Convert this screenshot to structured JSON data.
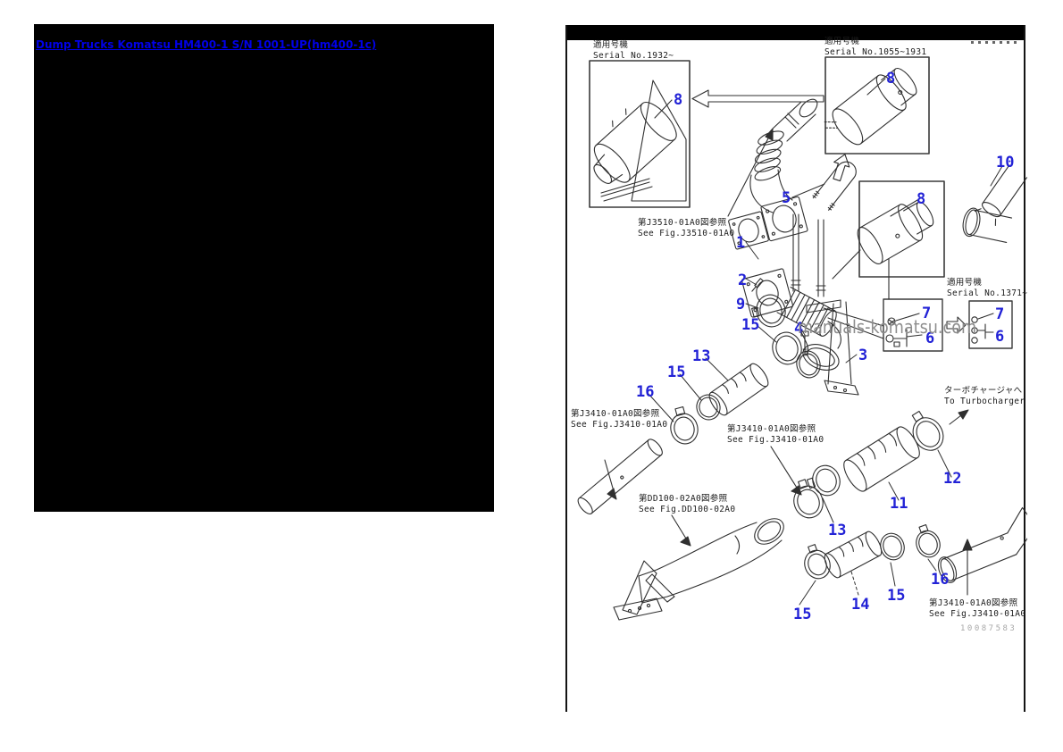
{
  "left_panel": {
    "link_label": "Dump Trucks Komatsu HM400-1 S/N 1001-UP(hm400-1c)"
  },
  "page": {
    "watermark": "manuals-komatsu.com",
    "doc_number": "10087583",
    "serial_boxes": {
      "box1932": {
        "jp": "適用号機",
        "en": "Serial No.1932~"
      },
      "box1055": {
        "jp": "適用号機",
        "en": "Serial No.1055~1931"
      },
      "box1371": {
        "jp": "適用号機",
        "en": "Serial No.1371~"
      }
    },
    "fig_refs": {
      "j3510": {
        "jp": "第J3510-01A0図参照",
        "en": "See Fig.J3510-01A0"
      },
      "j3410_left": {
        "jp": "第J3410-01A0図参照",
        "en": "See Fig.J3410-01A0"
      },
      "j3410_mid": {
        "jp": "第J3410-01A0図参照",
        "en": "See Fig.J3410-01A0"
      },
      "j3410_right": {
        "jp": "第J3410-01A0図参照",
        "en": "See Fig.J3410-01A0"
      },
      "dd100": {
        "jp": "第DD100-02A0図参照",
        "en": "See Fig.DD100-02A0"
      }
    },
    "turbo_note": {
      "jp": "ターボチャージャへ",
      "en": "To Turbocharger"
    },
    "callouts": {
      "c8a": "8",
      "c8b": "8",
      "c8c": "8",
      "c10": "10",
      "c5": "5",
      "c1": "1",
      "c2": "2",
      "c9": "9",
      "c15a": "15",
      "c4": "4",
      "c3": "3",
      "c7a": "7",
      "c6a": "6",
      "c7b": "7",
      "c6b": "6",
      "c13a": "13",
      "c15b": "15",
      "c16a": "16",
      "c12": "12",
      "c11": "11",
      "c13b": "13",
      "c15c": "15",
      "c14": "14",
      "c15d": "15",
      "c16b": "16"
    },
    "colors": {
      "callout": "#2222d6",
      "link": "#0000e8",
      "watermark": "#8d8d8d"
    }
  }
}
